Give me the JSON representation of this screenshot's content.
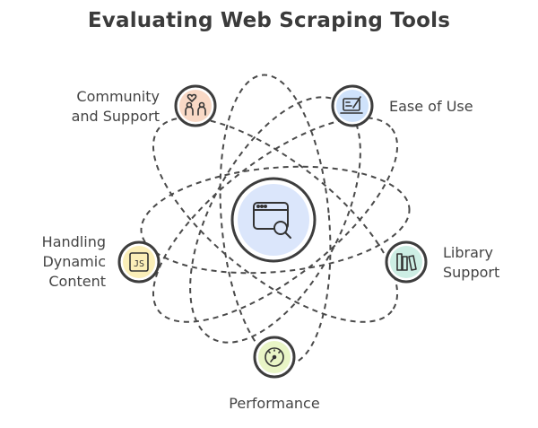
{
  "title": "Evaluating Web Scraping Tools",
  "center": {
    "icon": "browser-search-icon",
    "color": "#dbe6fb"
  },
  "nodes": [
    {
      "key": "community",
      "label_line1": "Community",
      "label_line2": "and Support",
      "icon": "people-heart-icon",
      "color": "#f9d9c6"
    },
    {
      "key": "ease",
      "label_line1": "Ease of Use",
      "icon": "laptop-edit-icon",
      "color": "#cfe2fb"
    },
    {
      "key": "dynamic",
      "label_line1": "Handling",
      "label_line2": "Dynamic",
      "label_line3": "Content",
      "icon": "js-file-icon",
      "color": "#fbefb8"
    },
    {
      "key": "library",
      "label_line1": "Library",
      "label_line2": "Support",
      "icon": "books-icon",
      "color": "#cdeee4"
    },
    {
      "key": "performance",
      "label_line1": "Performance",
      "icon": "gauge-icon",
      "color": "#e9f5c6"
    }
  ]
}
